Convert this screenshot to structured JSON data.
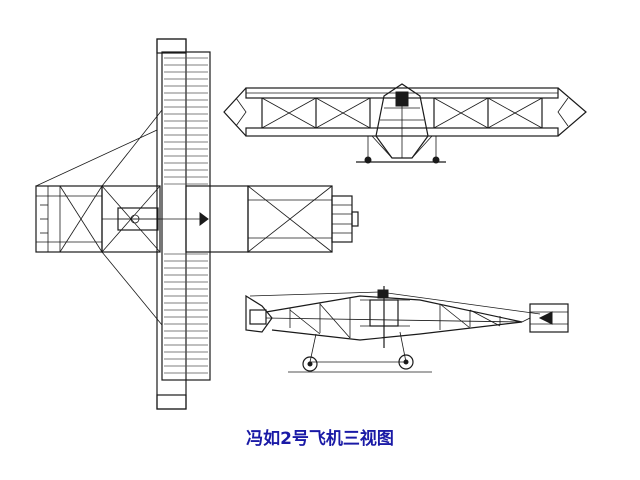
{
  "caption": {
    "text": "冯如2号飞机三视图",
    "color": "#1a1aa6"
  },
  "line_color": "#1a1a1a",
  "views": [
    "top-view",
    "front-view",
    "side-view"
  ]
}
